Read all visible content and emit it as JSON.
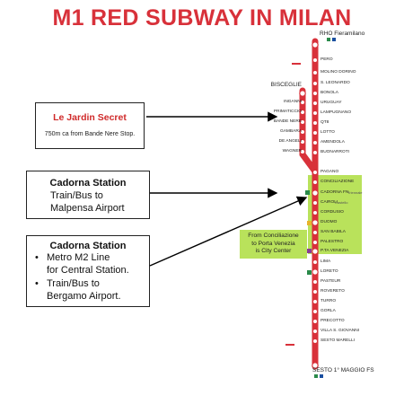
{
  "title": "M1 RED SUBWAY IN MILAN",
  "line_color": "#d8313a",
  "highlight_color": "#b9e25b",
  "box1": {
    "heading": "Le Jardin Secret",
    "sub": "750m ca from Bande Nere Stop."
  },
  "box2": {
    "heading": "Cadorna Station",
    "line1": "Train/Bus to",
    "line2": "Malpensa Airport"
  },
  "box3": {
    "heading": "Cadorna Station",
    "b1_line1": "Metro M2 Line",
    "b1_line2": "for Central  Station.",
    "b2_line1": "Train/Bus to",
    "b2_line2": "Bergamo Airport.",
    "bullet": "•"
  },
  "note": {
    "line1": "From Conciliazione",
    "line2": "to Porta Venezia",
    "line3": "is City Center"
  },
  "branch_rho": {
    "terminus": "RHO Fieramilano",
    "stations": [
      "PERO",
      "MOLINO DORINO",
      "S. LEONARDO",
      "BONOLA",
      "URUGUAY",
      "LAMPUGNANO",
      "QT8",
      "LOTTO",
      "AMENDOLA",
      "BUONARROTI"
    ]
  },
  "branch_bisceglie": {
    "terminus": "BISCEGLIE",
    "stations": [
      "INGANNI",
      "PRIMATICCIO",
      "BANDE NERE",
      "GAMBARA",
      "DE ANGELI",
      "WAGNER"
    ]
  },
  "trunk": {
    "stations": [
      "PAGANO",
      "CONCILIAZIONE",
      "CADORNA FN",
      "CAIROLI",
      "CORDUSIO",
      "DUOMO",
      "SAN BABILA",
      "PALESTRO",
      "P.TA VENEZIA",
      "LIMA",
      "LORETO",
      "PASTEUR",
      "ROVERETO",
      "TURRO",
      "GORLA",
      "PRECOTTO",
      "VILLA S. GIOVANNI",
      "SESTO MARELLI"
    ],
    "terminus": "SESTO 1° MAGGIO FS"
  },
  "annotations": {
    "cadorna_extra": "Triennale",
    "cairoli_extra": "Castello"
  }
}
